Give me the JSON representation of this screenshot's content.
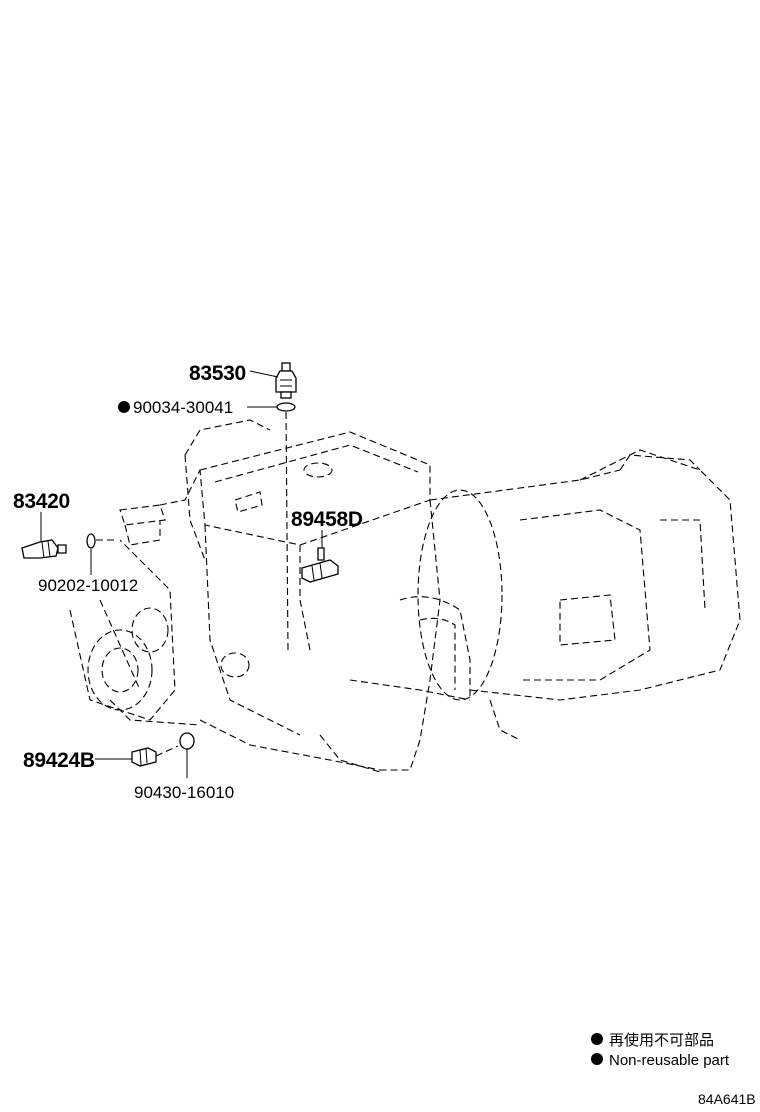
{
  "parts": [
    {
      "number": "83530",
      "marked": false
    },
    {
      "number": "90034-30041",
      "marked": true
    },
    {
      "number": "83420",
      "marked": false
    },
    {
      "number": "90202-10012",
      "marked": false
    },
    {
      "number": "89458D",
      "marked": false
    },
    {
      "number": "89424B",
      "marked": false
    },
    {
      "number": "90430-16010",
      "marked": false
    }
  ],
  "legend": {
    "symbol": "●",
    "japanese": "再使用不可部品",
    "english": "Non-reusable part"
  },
  "diagram_code": "84A641B"
}
